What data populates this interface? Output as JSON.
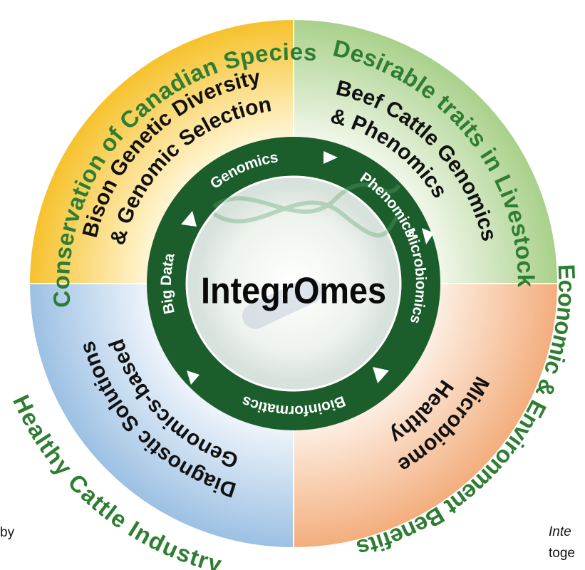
{
  "center": {
    "title": "IntegrOmes"
  },
  "outer_labels": {
    "top_left": "Conservation of Canadian Species",
    "top_right": "Desirable traits in Livestock",
    "bottom_right": "Economic & Environment Benefits",
    "bottom_left": "Healthy Cattle Industry"
  },
  "quadrants": {
    "top_left": {
      "line1": "Bison Genetic Diversity",
      "line2": "& Genomic Selection"
    },
    "top_right": {
      "line1": "Beef Cattle Genomics",
      "line2": "& Phenomics"
    },
    "bottom_right": {
      "line1": "Healthy",
      "line2": "Microbiome"
    },
    "bottom_left": {
      "line1": "Genomics-based",
      "line2": "Diagnostic Solutions"
    }
  },
  "ring_labels": {
    "genomics": "Genomics",
    "phenomics": "Phenomics",
    "microbiomics": "Microbiomics",
    "bioinformatics": "Bioinformatics",
    "big_data": "Big Data"
  },
  "footnotes": {
    "left_partial": "by",
    "right_partial_1": "Inte",
    "right_partial_2": "toge"
  },
  "colors": {
    "ring_green": "#1b5e2c",
    "label_green": "#2e7d32",
    "quadrant_top_left": "#f7c531",
    "quadrant_top_right": "#a9d18e",
    "quadrant_bottom_right": "#f4b183",
    "quadrant_bottom_left": "#9dc3e6"
  }
}
